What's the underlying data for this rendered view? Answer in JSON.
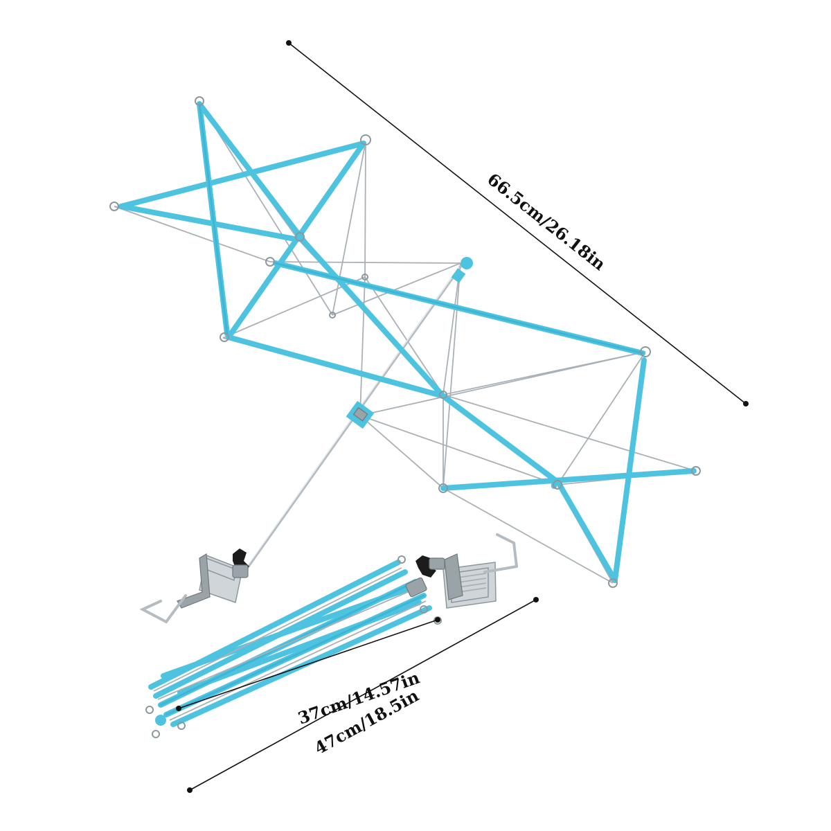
{
  "dimensions": {
    "span": "66.5cm/26.18in",
    "folded_length": "37cm/14.57in",
    "total_length": "47cm/18.5in"
  },
  "colors": {
    "frame": "#4ec3e0",
    "wire": "#a9b1b6",
    "line": "#111111"
  },
  "icons": [
    "yarn-swift-open",
    "yarn-swift-folded",
    "table-clamp"
  ]
}
